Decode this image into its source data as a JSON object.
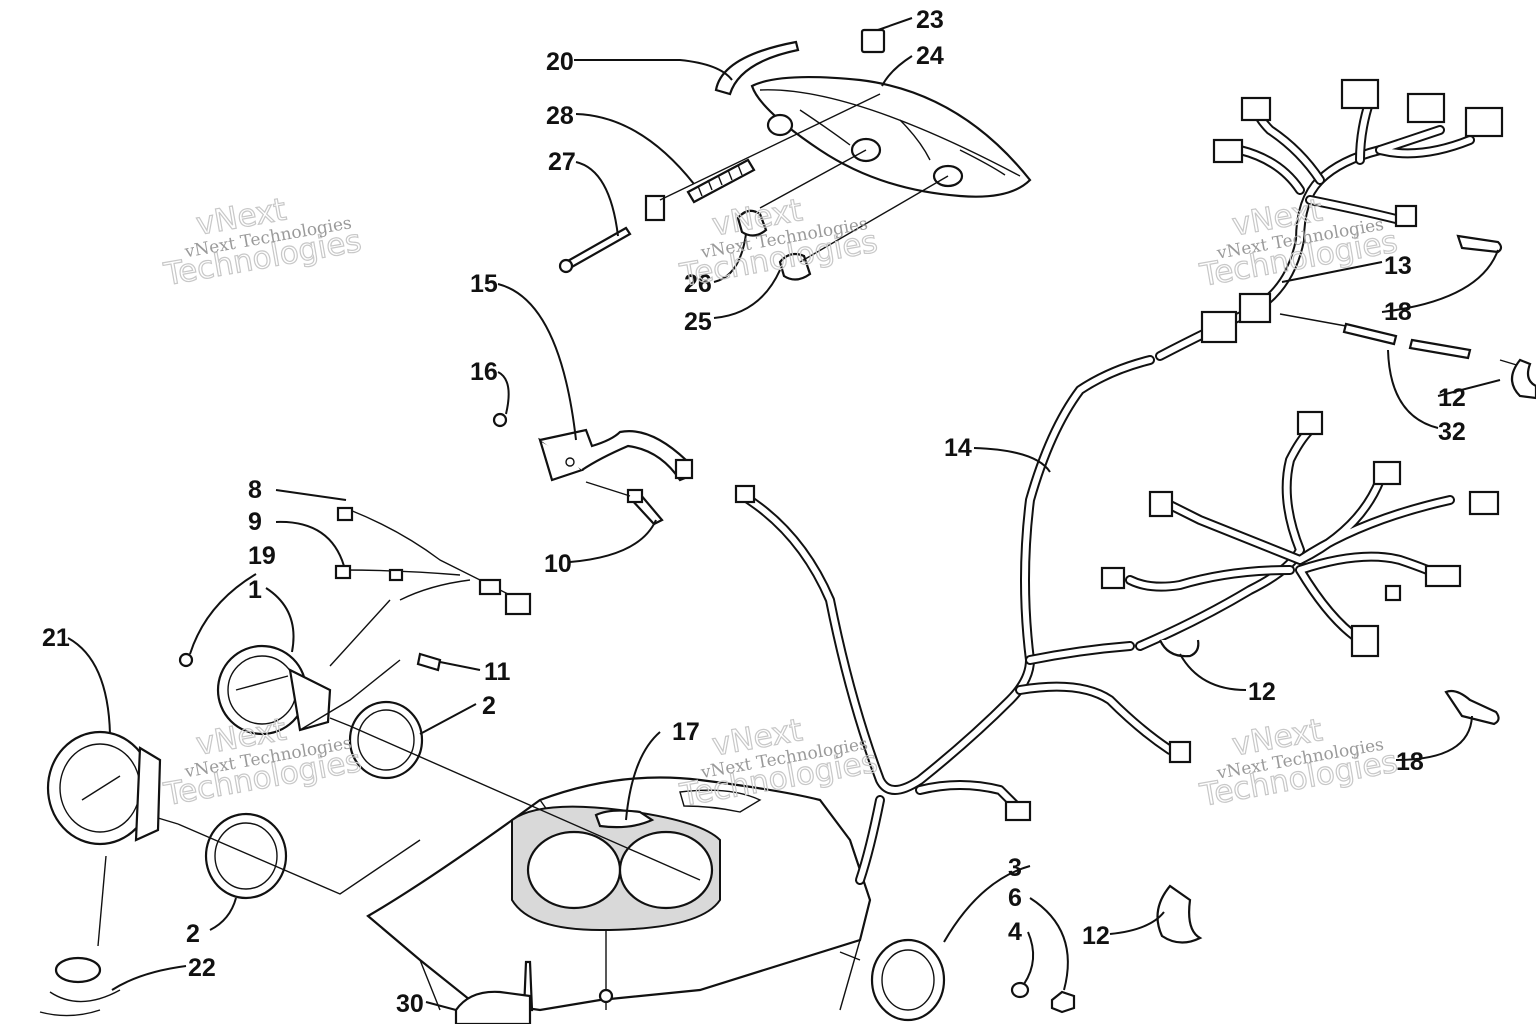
{
  "callouts": {
    "c1": "1",
    "c2a": "2",
    "c2b": "2",
    "c3": "3",
    "c4": "4",
    "c6": "6",
    "c8": "8",
    "c9": "9",
    "c10": "10",
    "c11": "11",
    "c12a": "12",
    "c12b": "12",
    "c12c": "12",
    "c13": "13",
    "c14": "14",
    "c15": "15",
    "c16": "16",
    "c17": "17",
    "c18a": "18",
    "c18b": "18",
    "c19": "19",
    "c20": "20",
    "c21": "21",
    "c22": "22",
    "c23": "23",
    "c24": "24",
    "c25": "25",
    "c26": "26",
    "c27": "27",
    "c28": "28",
    "c30": "30",
    "c32": "32"
  },
  "watermark": {
    "company": "vNext Technologies",
    "line1": "vNext",
    "line2": "Technologies"
  }
}
